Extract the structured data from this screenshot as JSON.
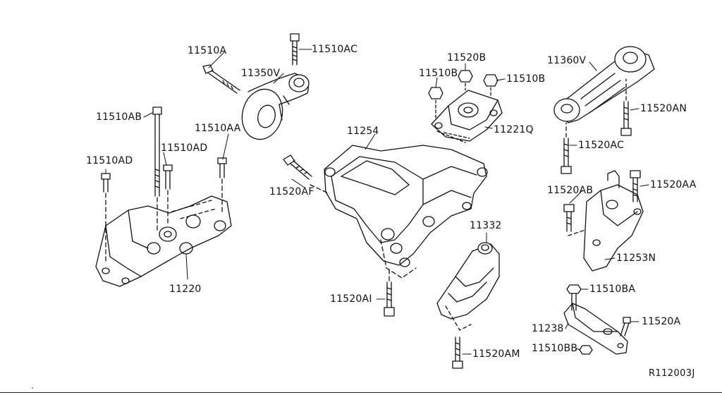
{
  "parts": {
    "p11510A": "11510A",
    "p11510AC": "11510AC",
    "p11350V": "11350V",
    "p11510AB": "11510AB",
    "p11510AA": "11510AA",
    "p11510AD_upper": "11510AD",
    "p11510AD_left": "11510AD",
    "p11220": "11220",
    "p11520B": "11520B",
    "p11510B_left": "11510B",
    "p11510B_right": "11510B",
    "p11221Q": "11221Q",
    "p11254": "11254",
    "p11520AF": "11520AF",
    "p11360V": "11360V",
    "p11520AN": "11520AN",
    "p11520AC": "11520AC",
    "p11520AB": "11520AB",
    "p11520AA": "11520AA",
    "p11253N": "11253N",
    "p11332": "11332",
    "p11520AI": "11520AI",
    "p11510BA": "11510BA",
    "p11520A": "11520A",
    "p11238": "11238",
    "p11510BB": "11510BB",
    "p11520AM": "11520AM"
  },
  "reference_code": "R112003J"
}
